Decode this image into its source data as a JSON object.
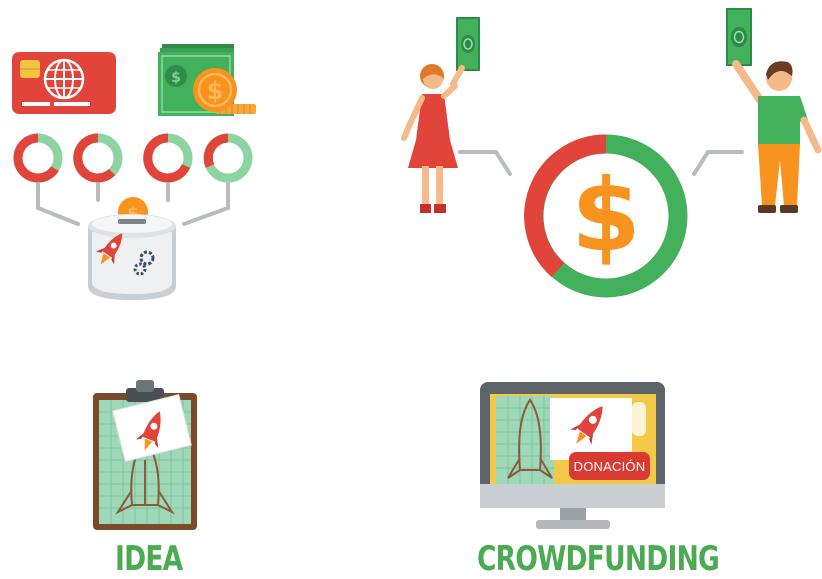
{
  "labels": {
    "idea": "IDEA",
    "crowdfunding": "CROWDFUNDING",
    "donation_button": "DONACIÓN"
  },
  "icons": {
    "money_symbol": "$"
  },
  "colors": {
    "green": "#43b05c",
    "red": "#e0443a",
    "orange": "#f7931e",
    "gray": "#b8bcbf",
    "label_green": "#4bab52"
  }
}
